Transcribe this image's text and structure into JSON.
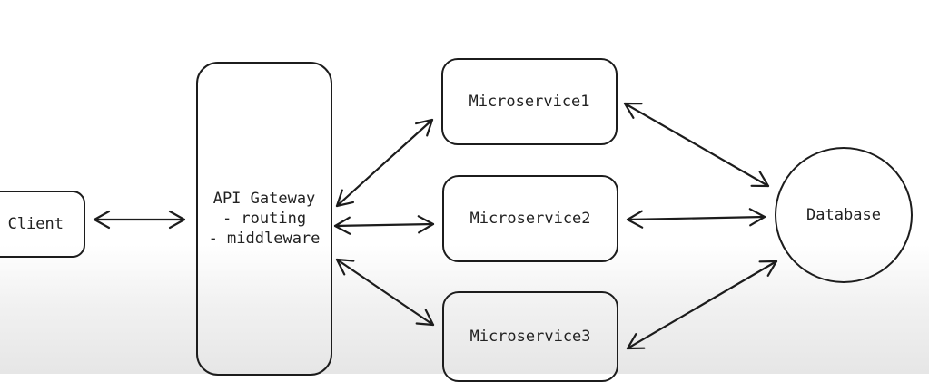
{
  "diagram": {
    "nodes": {
      "client": {
        "label": "Client"
      },
      "gateway": {
        "lines": [
          "API Gateway",
          "- routing",
          "- middleware"
        ]
      },
      "microservice1": {
        "label": "Microservice1"
      },
      "microservice2": {
        "label": "Microservice2"
      },
      "microservice3": {
        "label": "Microservice3"
      },
      "database": {
        "label": "Database"
      }
    },
    "edges": [
      {
        "from": "Client",
        "to": "API Gateway",
        "direction": "bidirectional"
      },
      {
        "from": "API Gateway",
        "to": "Microservice1",
        "direction": "bidirectional"
      },
      {
        "from": "API Gateway",
        "to": "Microservice2",
        "direction": "bidirectional"
      },
      {
        "from": "API Gateway",
        "to": "Microservice3",
        "direction": "bidirectional"
      },
      {
        "from": "Microservice1",
        "to": "Database",
        "direction": "bidirectional"
      },
      {
        "from": "Microservice2",
        "to": "Database",
        "direction": "bidirectional"
      },
      {
        "from": "Microservice3",
        "to": "Database",
        "direction": "bidirectional"
      }
    ],
    "stroke_color": "#1c1c1c"
  }
}
